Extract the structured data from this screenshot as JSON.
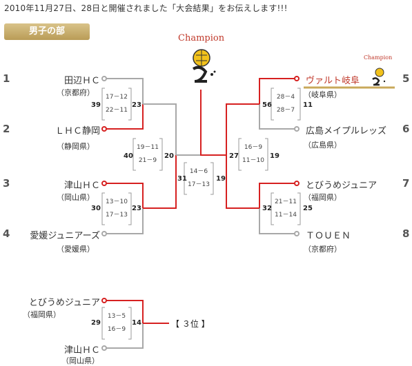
{
  "header": {
    "text": "2010年11月27日、28日と開催されました「大会結果」をお伝えします!!!"
  },
  "section": {
    "tab_label": "男子の部"
  },
  "champion": {
    "label_large": "Champion",
    "label_small": "Champion"
  },
  "left_teams": [
    {
      "seed": "1",
      "name": "田辺ＨＣ",
      "pref": "（京都府）"
    },
    {
      "seed": "2",
      "name": "ＬＨＣ静岡",
      "pref": "（静岡県）"
    },
    {
      "seed": "3",
      "name": "津山ＨＣ",
      "pref": "（岡山県）"
    },
    {
      "seed": "4",
      "name": "愛媛ジュニアーズ",
      "pref": "（愛媛県）"
    }
  ],
  "right_teams": [
    {
      "seed": "5",
      "name": "ヴァルト岐阜",
      "pref": "（岐阜県）"
    },
    {
      "seed": "6",
      "name": "広島メイプルレッズ",
      "pref": "（広島県）"
    },
    {
      "seed": "7",
      "name": "とびうめジュニア",
      "pref": "（福岡県）"
    },
    {
      "seed": "8",
      "name": "ＴＯＵＥＮ",
      "pref": "（京都府）"
    }
  ],
  "matches": {
    "l1": {
      "top_score": "39",
      "bottom_score": "23",
      "sets": [
        "17－12",
        "22－11"
      ]
    },
    "l2": {
      "top_score": "30",
      "bottom_score": "23",
      "sets": [
        "13－10",
        "17－13"
      ]
    },
    "l_semi": {
      "top_score": "40",
      "bottom_score": "20",
      "sets": [
        "19－11",
        "21－9"
      ]
    },
    "r1": {
      "left_score": "56",
      "right_score": "11",
      "sets": [
        "28－4",
        "28－7"
      ]
    },
    "r2": {
      "left_score": "32",
      "right_score": "25",
      "sets": [
        "21－11",
        "11－14"
      ]
    },
    "r_semi": {
      "left_score": "27",
      "right_score": "19",
      "sets": [
        "16－9",
        "11－10"
      ]
    },
    "final": {
      "left_score": "31",
      "right_score": "19",
      "sets": [
        "14－6",
        "17－13"
      ]
    }
  },
  "third_place": {
    "team_top": {
      "name": "とびうめジュニア",
      "pref": "（福岡県）"
    },
    "team_bottom": {
      "name": "津山ＨＣ",
      "pref": "（岡山県）"
    },
    "top_score": "29",
    "bottom_score": "14",
    "sets": [
      "13－5",
      "16－9"
    ],
    "label": "【 ３位 】"
  },
  "colors": {
    "winner_line": "#d62020",
    "loser_line": "#a8a8a8",
    "accent": "#c0392b"
  }
}
